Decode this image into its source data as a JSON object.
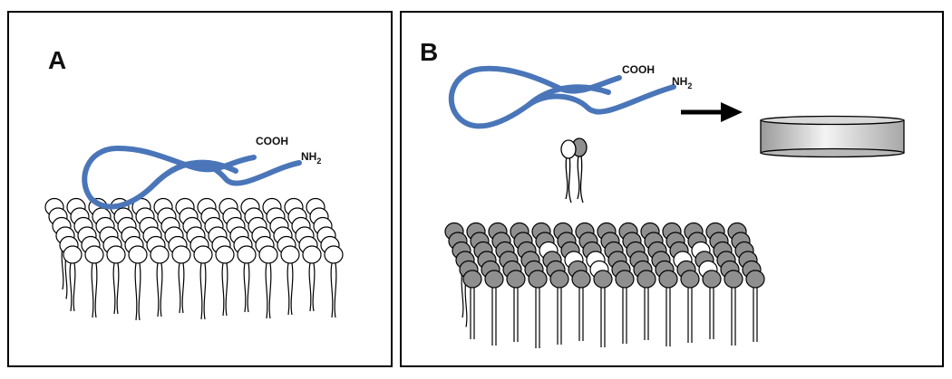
{
  "panels": [
    {
      "label": "A",
      "terminal_c": "COOH",
      "terminal_n": "NH",
      "terminal_n_sub": "2"
    },
    {
      "label": "B",
      "terminal_c": "COOH",
      "terminal_n": "NH",
      "terminal_n_sub": "2"
    }
  ],
  "colors": {
    "protein": "#4a76b9",
    "lipid_head_white": "#ffffff",
    "lipid_head_gray": "#8f8f8f",
    "outline": "#000000",
    "nanodisc": "#cfcfcf"
  },
  "icons": {
    "panel_a_membrane": "lipid-bilayer-white-icon",
    "panel_b_membrane": "lipid-bilayer-gray-icon",
    "protein": "protein-chain-icon",
    "arrow": "right-arrow-icon",
    "disc": "nanodisc-icon",
    "free_lipids": "lipid-pair-icon"
  }
}
